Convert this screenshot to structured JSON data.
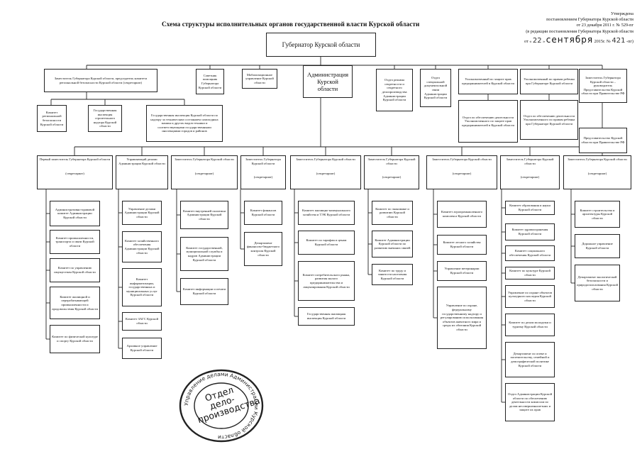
{
  "header": {
    "title": "Схема структуры исполнительных органов государственной власти Курской области",
    "approval": {
      "line1": "Утверждена",
      "line2": "постановлением Губернатора Курской области",
      "line3": "от 23 декабря 2011 г. № 529-пг",
      "line4": "(в редакции постановления Губернатора Курской области",
      "line5_prefix": "от «",
      "line5_day": "22",
      "line5_sep": "»",
      "line5_month": "сентября",
      "line5_year": "2015г.",
      "line5_no_label": "№",
      "line5_no": "421",
      "line5_suffix": "-пг)"
    }
  },
  "governor": "Губернатор Курской области",
  "administration": [
    "Администрация",
    "Курской",
    "области"
  ],
  "upper_row": [
    "Заместитель Губернатора Курской области, председатель комитета региональной безопасности Курской области (секретариат)",
    "Советник помощник Губернатора Курской области",
    "Мобилизационное управление Курской области",
    "Отдел режима секретности и секретного делопроизводства Администрации Курской области",
    "Отдел специальной документальной связи Администрации Курской области",
    "Уполномоченный по защите прав предпринимателей в Курской области",
    "Уполномоченный по правам ребенка при Губернаторе Курской области",
    "Заместитель Губернатора Курской области – руководитель Представительства Курской области при Правительстве РФ"
  ],
  "upper_subs": {
    "security": [
      "Комитет региональной безопасности Курской области",
      "Государственная инспекция строительного надзора Курской области",
      "Государственная инспекция Курской области по надзору за техническим состоянием самоходных машин и других видов техники и соответствующими государственными инспекциями городов и районов"
    ],
    "business_office": "Отдел по обеспечению деятельности Уполномоченного по защите прав предпринимателей в Курской области",
    "child_office": "Отдел по обеспечению деятельности Уполномоченного по правам ребенка при Губернаторе Курской области",
    "representation": "Представительство Курской области при Правительстве РФ"
  },
  "secretariat": "(секретариат)",
  "columns": [
    {
      "head": "Первый заместитель Губернатора Курской области",
      "items": [
        "Административно-правовой комитет Администрации Курской области",
        "Комитет промышленности, транспорта и связи Курской области",
        "Комитет по управлению имуществом Курской области",
        "Комитет жилищной и перерабатывающей промышленности и продовольствия Курской области",
        "Комитет по физической культуре и спорту Курской области"
      ]
    },
    {
      "head": "Управляющий делами Администрации Курской области",
      "items": [
        "Управление делами Администрации Курской области",
        "Комитет хозяйственного обеспечения Администрации Курской области",
        "Комитет информатизации, государственных и муниципальных услуг Курской области",
        "Комитет ЗАГС Курской области",
        "Архивное управление Курской области"
      ]
    },
    {
      "head": "Заместитель Губернатора Курской области",
      "items": [
        "Комитет внутренней политики Администрации Курской области",
        "Комитет государственной, муниципальной службы и кадров Администрации Курской области",
        "Комитет информации и печати Курской области"
      ]
    },
    {
      "head": "Заместитель Губернатора Курской области",
      "items": [
        "Комитет финансов Курской области",
        "Департамент финансово-бюджетного контроля Курской области"
      ]
    },
    {
      "head": "Заместитель Губернатора Курской области",
      "items": [
        "Комитет жилищно-коммунального хозяйства и ТЭК Курской области",
        "Комитет по тарифам и ценам Курской области",
        "Комитет потребительского рынка, развития малого предпринимательства и лицензирования Курской области",
        "Государственная жилищная инспекция Курской области"
      ]
    },
    {
      "head": "Заместитель Губернатора Курской области",
      "items": [
        "Комитет по экономике и развитию Курской области",
        "Комитет Администрации Курской области по развитию внешних связей",
        "Комитет по труду и занятости населения Курской области"
      ]
    },
    {
      "head": "Заместитель Губернатора Курской области",
      "items": [
        "Комитет агропромышленного комплекса Курской области",
        "Комитет лесного хозяйства Курской области",
        "Управление ветеринарии Курской области",
        "Управление по охране, федеральному государственному надзору и регулированию использования объектов животного мира и среды их обитания Курской области"
      ]
    },
    {
      "head": "Заместитель Губернатора Курской области",
      "items": [
        "Комитет образования и науки Курской области",
        "Комитет здравоохранения Курской области",
        "Комитет социального обеспечения Курской области",
        "Комитет по культуре Курской области",
        "Управление по охране объектов культурного наследия Курской области",
        "Комитет по делам молодежи и туризму Курской области",
        "Департамент по опеке и попечительству, семейной и демографической политике Курской области",
        "Отдел Администрации Курской области по обеспечению деятельности комиссии по делам несовершеннолетних и защите их прав"
      ]
    },
    {
      "head": "Заместитель Губернатора Курской области",
      "items": [
        "Комитет строительства и архитектуры Курской области",
        "Дорожное управление Курской области",
        "Департамент экологической безопасности и природопользования Курской области"
      ]
    }
  ],
  "stamp": {
    "ring": "Управление делами Администрации Курской области",
    "center": [
      "Отдел",
      "дело-",
      "производства"
    ]
  }
}
